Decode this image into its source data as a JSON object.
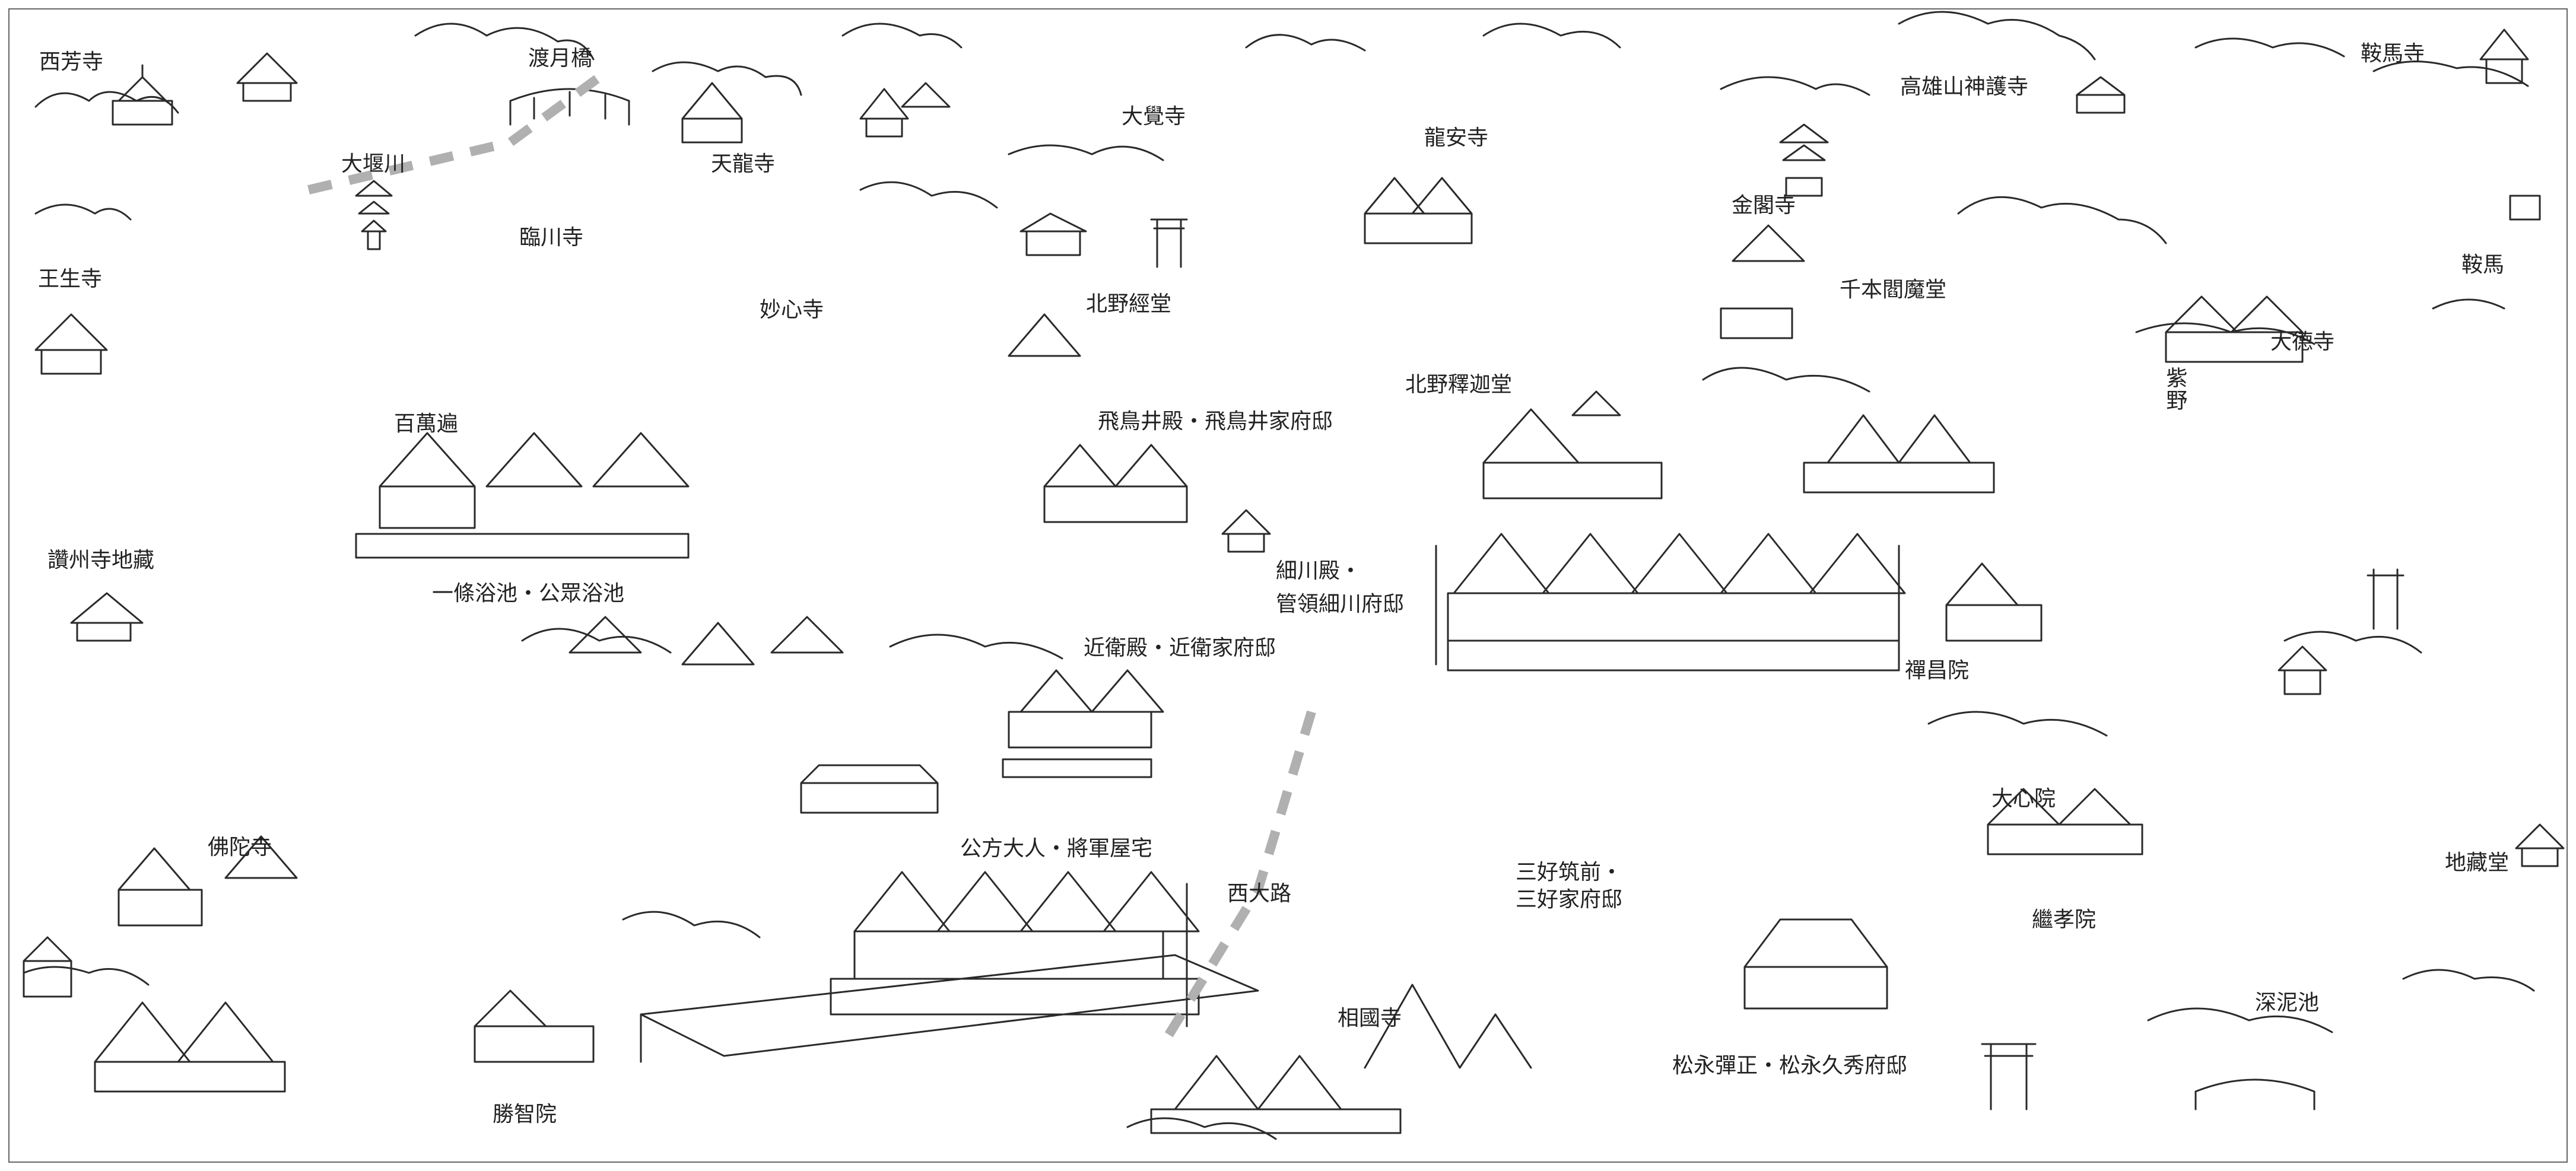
{
  "colors": {
    "ink": "#2a2a2a",
    "route": "#b0b0b0",
    "paper": "#ffffff"
  },
  "labels": {
    "saihoji": "西芳寺",
    "togetsukyo": "渡月橋",
    "oikawa": "大堰川",
    "tenryuji": "天龍寺",
    "rinsenji": "臨川寺",
    "myoshinji": "妙心寺",
    "mibudera": "王生寺",
    "daikakuji": "大覺寺",
    "ryoanji": "龍安寺",
    "kitano_kyodo": "北野經堂",
    "kitano_shakado": "北野釋迦堂",
    "takao": "高雄山神護寺",
    "kinkakuji": "金閣寺",
    "senbon_enmado": "千本閻魔堂",
    "murasakino": "紫野",
    "kuramadera": "鞍馬寺",
    "kurama": "鞍馬",
    "daitokuji": "大德寺",
    "hyakumanben": "百萬遍",
    "asukai": "飛鳥井殿・飛鳥井家府邸",
    "hosokawa_1": "細川殿・",
    "hosokawa_2": "管領細川府邸",
    "sanuki_jizo": "讚州寺地藏",
    "ichijo_bath": "一條浴池・公眾浴池",
    "konoe": "近衛殿・近衛家府邸",
    "zenshoin": "禪昌院",
    "daishinin": "大心院",
    "buddhaji": "佛陀寺",
    "kubo": "公方大人・將軍屋宅",
    "nishi_oji": "西大路",
    "miyoshi_1": "三好筑前・",
    "miyoshi_2": "三好家府邸",
    "keikoin": "繼孝院",
    "jizodo": "地藏堂",
    "shokokuji": "相國寺",
    "shochiin": "勝智院",
    "matsunaga": "松永彈正・松永久秀府邸",
    "fukadoro": "深泥池"
  }
}
